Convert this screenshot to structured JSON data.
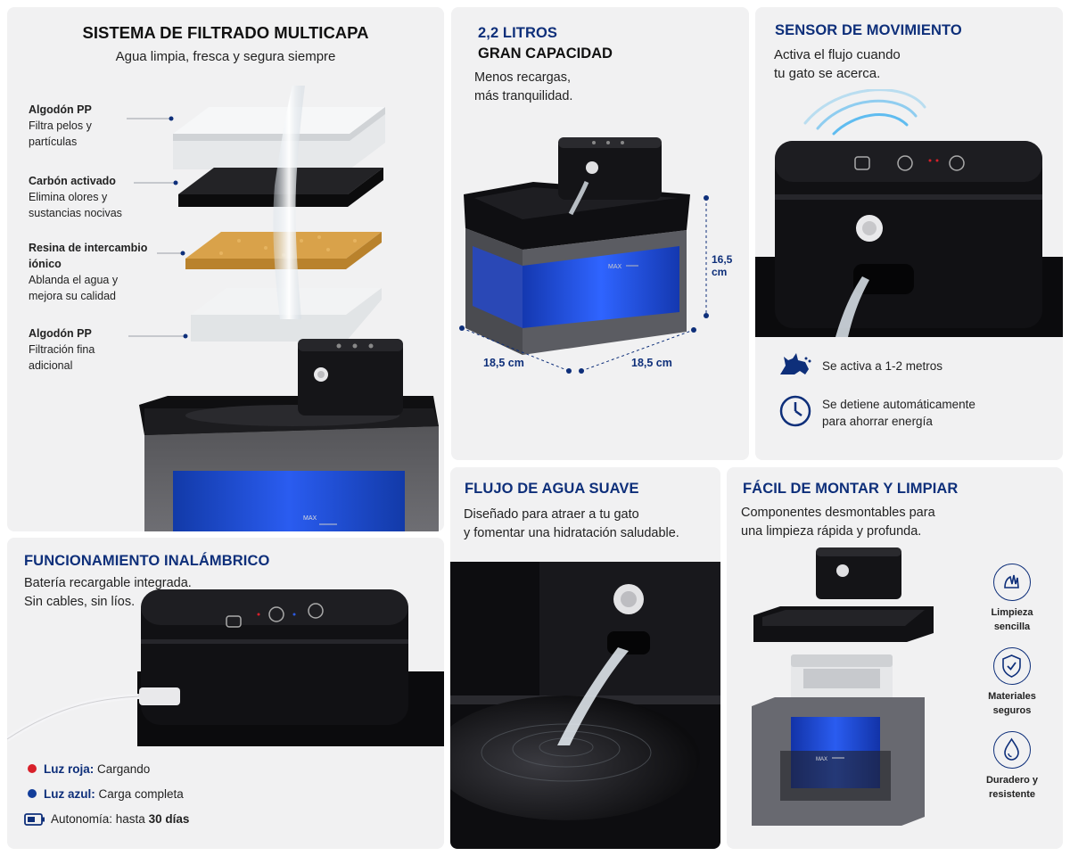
{
  "filter": {
    "title": "SISTEMA DE FILTRADO MULTICAPA",
    "subtitle": "Agua limpia, fresca y segura siempre",
    "layers": [
      {
        "name": "Algodón PP",
        "desc1": "Filtra pelos y",
        "desc2": "partículas",
        "desc3": ""
      },
      {
        "name": "Carbón activado",
        "desc1": "Elimina olores y",
        "desc2": "sustancias nocivas",
        "desc3": ""
      },
      {
        "name": "Resina de intercambio",
        "name2": "iónico",
        "desc1": "Ablanda el agua y",
        "desc2": "mejora su calidad",
        "desc3": ""
      },
      {
        "name": "Algodón PP",
        "desc1": "Filtración fina",
        "desc2": "adicional",
        "desc3": ""
      }
    ],
    "max_label": "MAX"
  },
  "capacity": {
    "title1": "2,2 LITROS",
    "title2": "GRAN CAPACIDAD",
    "line1": "Menos recargas,",
    "line2": "más tranquilidad.",
    "height1": "16,5",
    "height2": "cm",
    "width_left": "18,5 cm",
    "width_right": "18,5 cm",
    "max_label": "MAX"
  },
  "sensor": {
    "title": "SENSOR DE MOVIMIENTO",
    "line1": "Activa el flujo cuando",
    "line2": "tu gato se acerca.",
    "feature1": "Se activa a 1-2 metros",
    "feature2_line1": "Se detiene automáticamente",
    "feature2_line2": "para ahorrar energía"
  },
  "wireless": {
    "title": "FUNCIONAMIENTO INALÁMBRICO",
    "line1": "Batería recargable integrada.",
    "line2": "Sin cables, sin líos.",
    "red_label": "Luz roja:",
    "red_value": "Cargando",
    "blue_label": "Luz azul:",
    "blue_value": "Carga completa",
    "autonomy_label": "Autonomía: hasta",
    "autonomy_value": "30 días",
    "colors": {
      "red": "#d8202a",
      "blue": "#123d9a"
    }
  },
  "flow": {
    "title": "FLUJO DE AGUA SUAVE",
    "line1": "Diseñado para atraer a tu gato",
    "line2": "y fomentar una hidratación saludable."
  },
  "easy": {
    "title": "FÁCIL DE MONTAR Y LIMPIAR",
    "line1": "Componentes desmontables para",
    "line2": "una limpieza rápida y profunda.",
    "icons": [
      {
        "l1": "Limpieza",
        "l2": "sencilla",
        "icon": "hand-wash-icon"
      },
      {
        "l1": "Materiales",
        "l2": "seguros",
        "icon": "shield-check-icon"
      },
      {
        "l1": "Duradero y",
        "l2": "resistente",
        "icon": "water-drop-icon"
      }
    ],
    "max_label": "MAX"
  },
  "colors": {
    "accent": "#0e2f7a",
    "panel": "#f1f1f2",
    "device": "#141416",
    "water": "#1f4fd6"
  }
}
